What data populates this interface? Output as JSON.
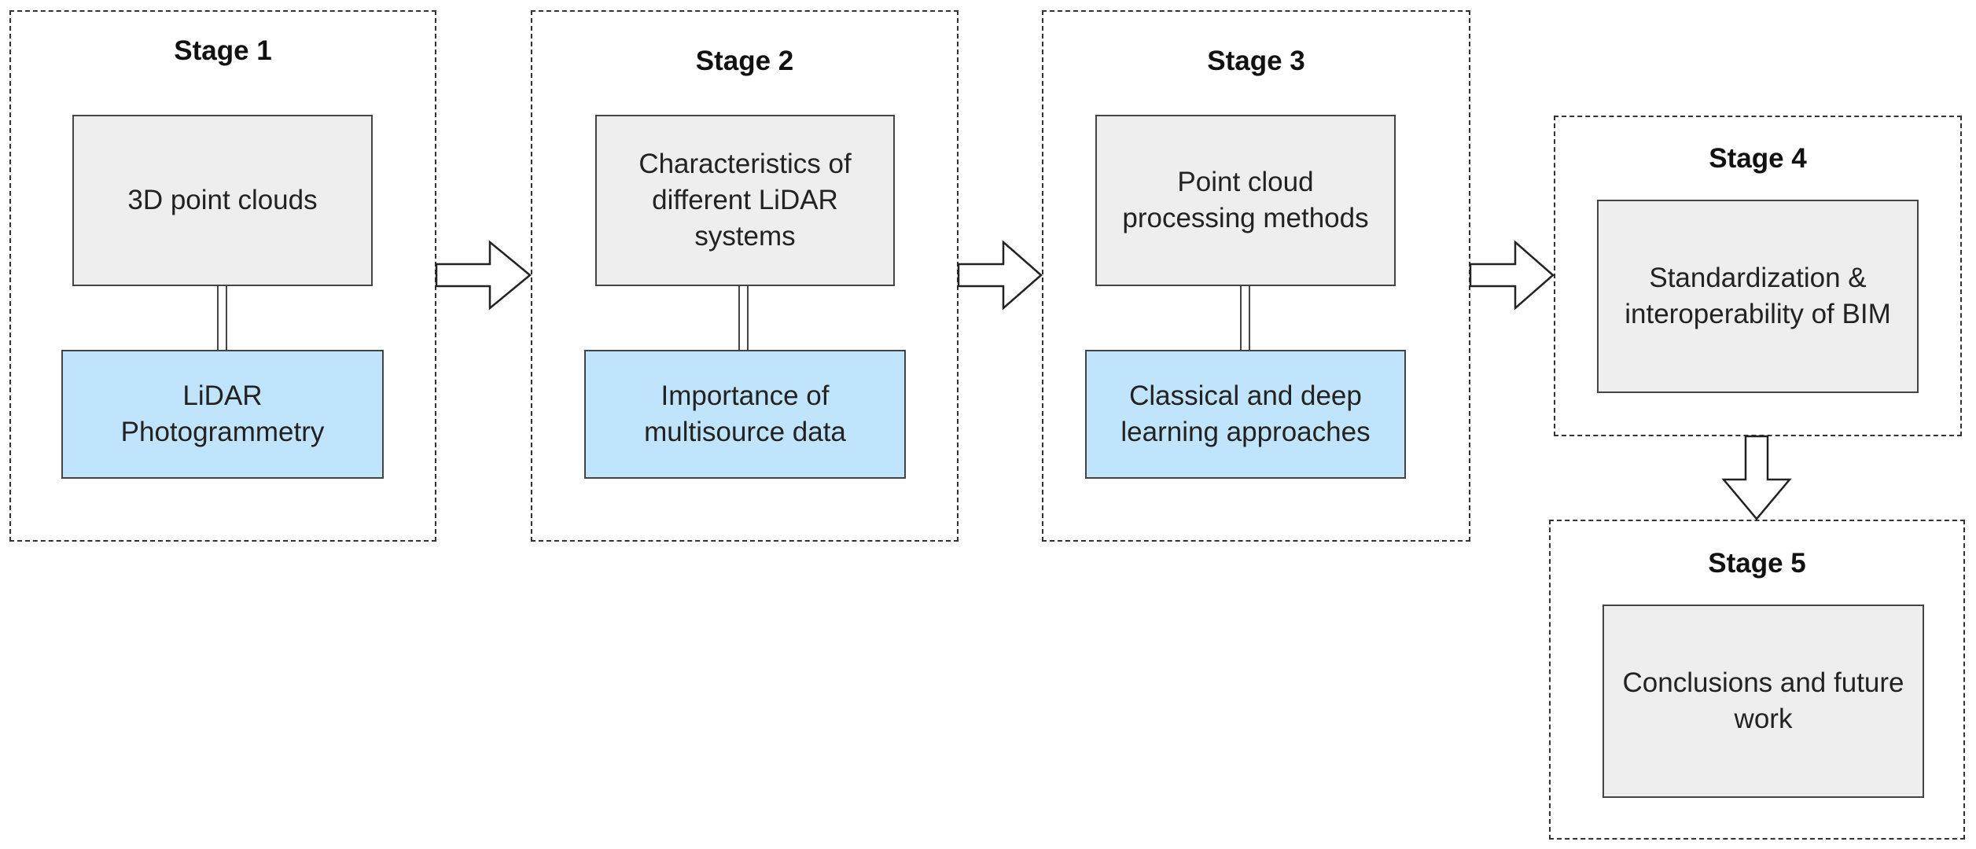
{
  "stages": [
    {
      "title": "Stage 1",
      "top_box": "3D point clouds",
      "bottom_box": "LiDAR\nPhotogrammetry"
    },
    {
      "title": "Stage 2",
      "top_box": "Characteristics of different LiDAR systems",
      "bottom_box": "Importance of multisource data"
    },
    {
      "title": "Stage 3",
      "top_box": "Point cloud processing methods",
      "bottom_box": "Classical and deep learning approaches"
    },
    {
      "title": "Stage 4",
      "box": "Standardization & interoperability of BIM"
    },
    {
      "title": "Stage 5",
      "box": "Conclusions and future work"
    }
  ],
  "colors": {
    "grey_box": "#eeeeee",
    "blue_box": "#c0e4fc",
    "border": "#444444"
  }
}
